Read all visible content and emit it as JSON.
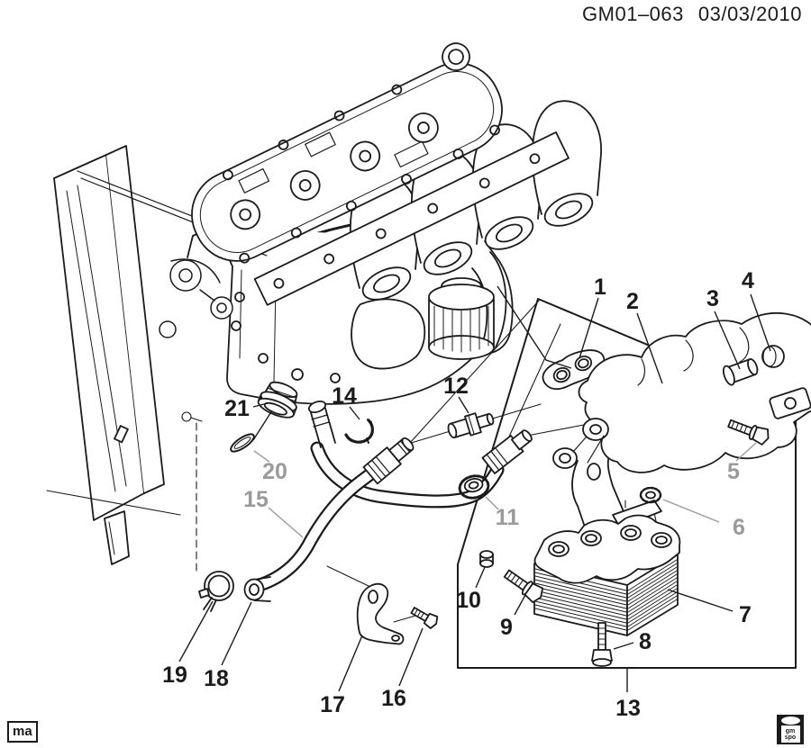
{
  "header": {
    "code": "GM01–063",
    "date": "03/03/2010"
  },
  "footer": {
    "tag": "ma",
    "logo_top": "gm",
    "logo_bottom": "spo"
  },
  "colors": {
    "ink": "#1b1b1b",
    "muted_label": "#9a9a9a",
    "background": "#ffffff"
  },
  "diagram": {
    "description": "Exploded parts diagram of engine oil cooler, adapter housing and hose assembly on V8 engine with radiator",
    "callouts": [
      {
        "num": "1",
        "muted": false
      },
      {
        "num": "2",
        "muted": false
      },
      {
        "num": "3",
        "muted": false
      },
      {
        "num": "4",
        "muted": false
      },
      {
        "num": "5",
        "muted": true
      },
      {
        "num": "6",
        "muted": true
      },
      {
        "num": "7",
        "muted": false
      },
      {
        "num": "8",
        "muted": false
      },
      {
        "num": "9",
        "muted": false
      },
      {
        "num": "10",
        "muted": false
      },
      {
        "num": "11",
        "muted": true
      },
      {
        "num": "12",
        "muted": false
      },
      {
        "num": "13",
        "muted": false
      },
      {
        "num": "14",
        "muted": false
      },
      {
        "num": "15",
        "muted": true
      },
      {
        "num": "16",
        "muted": false
      },
      {
        "num": "17",
        "muted": false
      },
      {
        "num": "18",
        "muted": false
      },
      {
        "num": "19",
        "muted": false
      },
      {
        "num": "20",
        "muted": true
      },
      {
        "num": "21",
        "muted": false
      }
    ]
  }
}
